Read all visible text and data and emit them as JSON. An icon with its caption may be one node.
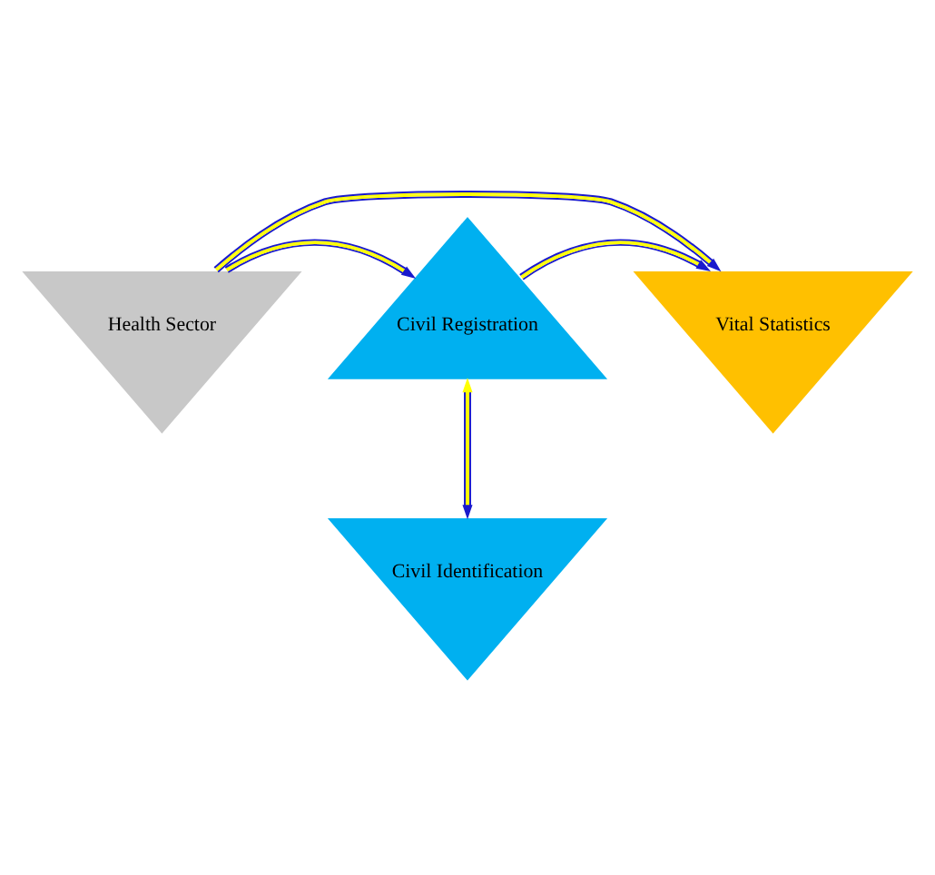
{
  "diagram": {
    "nodes": [
      {
        "text": [
          "Health Sector"
        ]
      },
      {
        "text": [
          "Vital Statistics"
        ]
      },
      {
        "text": [
          "Civil Registration"
        ]
      },
      {
        "text": [
          "Civil Identification"
        ]
      }
    ],
    "edges": [
      {
        "from": 0,
        "to": 1,
        "arrow": "to"
      },
      {
        "from": 0,
        "to": 2,
        "arrow": "to"
      },
      {
        "from": 2,
        "to": 1,
        "arrow": "to"
      },
      {
        "from": 2,
        "to": 3,
        "arrow": "both"
      }
    ]
  }
}
